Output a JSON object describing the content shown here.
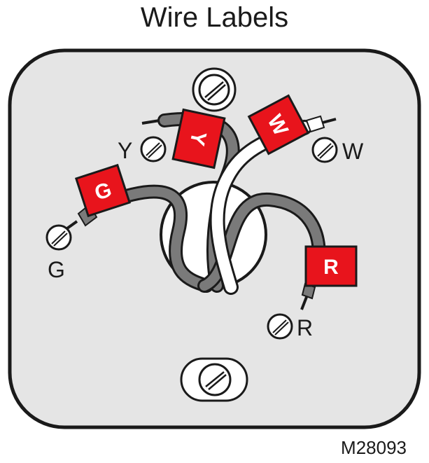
{
  "title": "Wire Labels",
  "figure_code": "M28093",
  "terminals": {
    "y": "Y",
    "w": "W",
    "g": "G",
    "r": "R"
  },
  "tags": {
    "y": "Y",
    "w": "W",
    "g": "G",
    "r": "R"
  },
  "colors": {
    "plate": "#e5e5e5",
    "outline": "#1a1a1a",
    "tag_red": "#e8141c",
    "wire_gray": "#7a7a7a",
    "wire_white": "#ffffff"
  }
}
